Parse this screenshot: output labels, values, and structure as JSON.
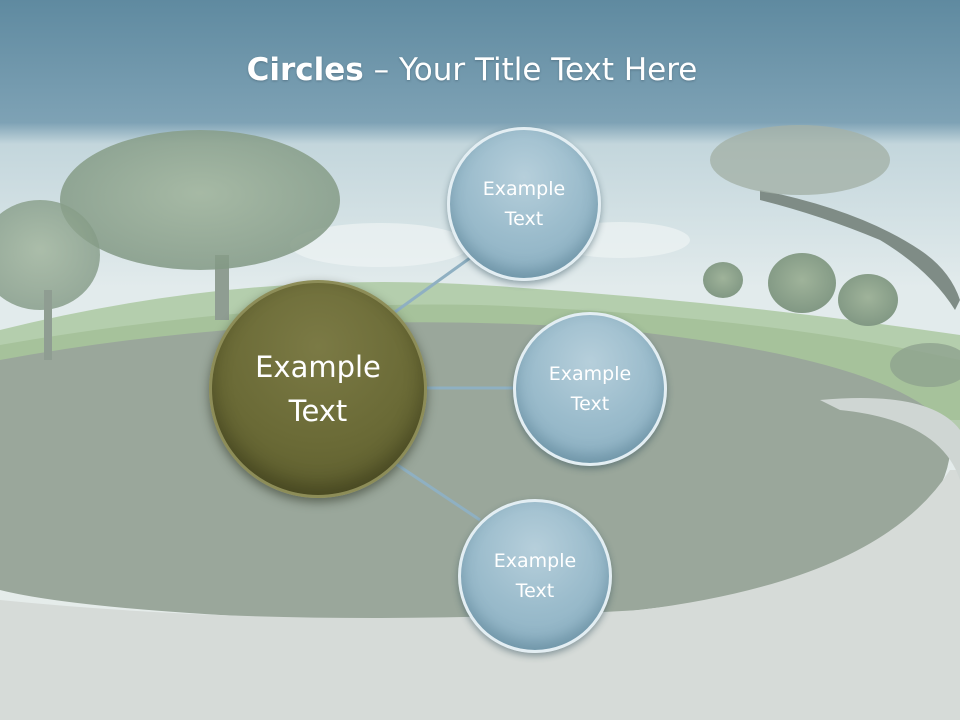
{
  "title": {
    "bold": "Circles",
    "rest": " – Your Title Text Here"
  },
  "diagram": {
    "center": {
      "label": "Example\nText"
    },
    "nodes": [
      {
        "label": "Example\nText"
      },
      {
        "label": "Example\nText"
      },
      {
        "label": "Example\nText"
      }
    ]
  },
  "colors": {
    "center_fill": "#6a6a36",
    "node_fill": "#9bbccc",
    "connector": "#8fb0c2",
    "header_band": "#6f96ac"
  }
}
